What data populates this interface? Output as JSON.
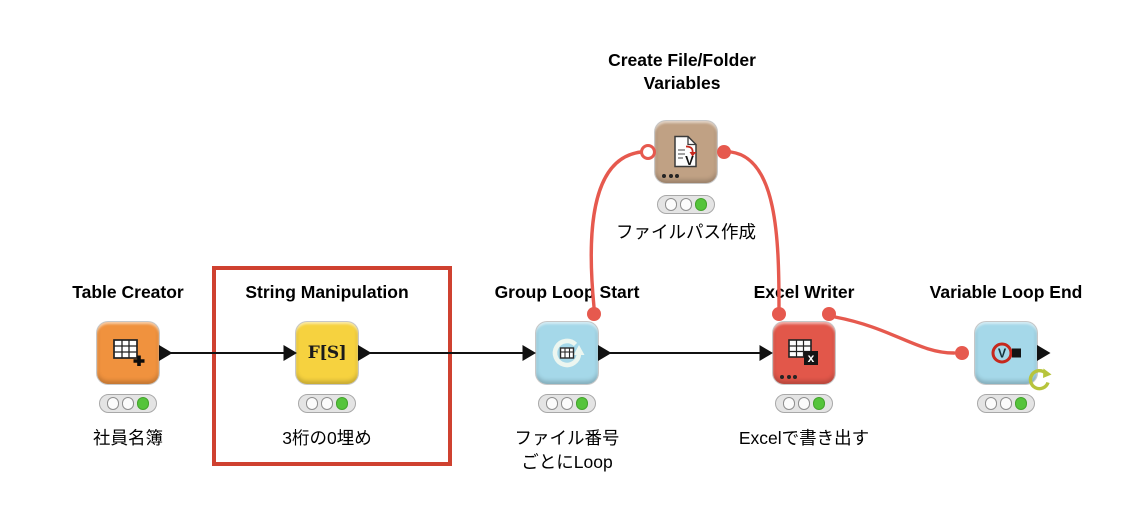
{
  "app": "KNIME workflow editor canvas",
  "nodes": {
    "table_creator": {
      "title": "Table Creator",
      "annotation": "社員名簿",
      "color": "#f0923e",
      "status": "executed"
    },
    "string_manipulation": {
      "title": "String Manipulation",
      "annotation": "3桁の0埋め",
      "icon_glyph": "F[S]",
      "color": "#f6d23f",
      "status": "executed",
      "highlighted": true
    },
    "group_loop_start": {
      "title": "Group Loop Start",
      "annotation_line1": "ファイル番号",
      "annotation_line2": "ごとにLoop",
      "color": "#a5d8e9",
      "status": "executed"
    },
    "create_file_folder_variables": {
      "title_line1": "Create File/Folder",
      "title_line2": "Variables",
      "annotation": "ファイルパス作成",
      "icon_glyph": "V",
      "color": "#c0a184",
      "status": "executed"
    },
    "excel_writer": {
      "title": "Excel Writer",
      "annotation": "Excelで書き出す",
      "icon_glyph": "x",
      "color": "#e2574a",
      "status": "executed"
    },
    "variable_loop_end": {
      "title": "Variable Loop End",
      "icon_glyph": "V",
      "color": "#a5d8e9",
      "status": "executed"
    }
  },
  "colors": {
    "flow_variable_wire": "#e6594e",
    "data_wire": "#111111",
    "highlight_box": "#cf4130",
    "status_green": "#55c43b",
    "loop_resume_arrow": "#b7c43c"
  }
}
